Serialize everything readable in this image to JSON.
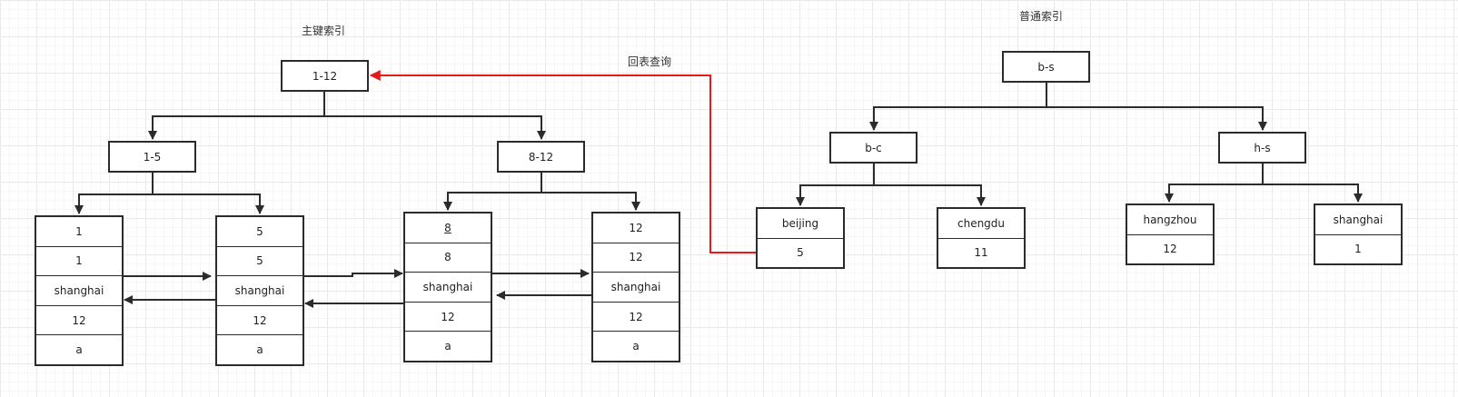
{
  "primary_index": {
    "title": "主键索引",
    "root": "1-12",
    "left": "1-5",
    "right": "8-12",
    "leaves": [
      [
        "1",
        "1",
        "shanghai",
        "12",
        "a"
      ],
      [
        "5",
        "5",
        "shanghai",
        "12",
        "a"
      ],
      [
        "8",
        "8",
        "shanghai",
        "12",
        "a"
      ],
      [
        "12",
        "12",
        "shanghai",
        "12",
        "a"
      ]
    ]
  },
  "lookup_label": "回表查询",
  "secondary_index": {
    "title": "普通索引",
    "root": "b-s",
    "left": "b-c",
    "right": "h-s",
    "leaves": [
      [
        "beijing",
        "5"
      ],
      [
        "chengdu",
        "11"
      ],
      [
        "hangzhou",
        "12"
      ],
      [
        "shanghai",
        "1"
      ]
    ]
  },
  "colors": {
    "line": "#2b2b2b",
    "lookup": "#e31b1b"
  }
}
